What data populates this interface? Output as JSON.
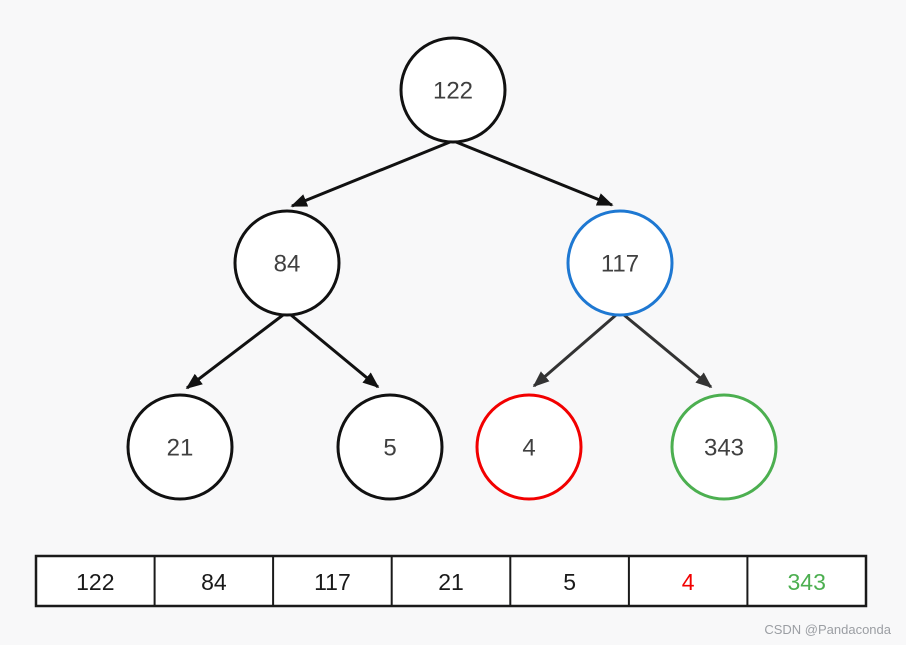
{
  "background_color": "#f8f8f9",
  "tree": {
    "node_text_color": "#404040",
    "default_stroke_color": "#111111",
    "highlight_colors": {
      "blue": "#1e78d2",
      "red": "#f20000",
      "green": "#4caf50"
    },
    "nodes": [
      {
        "value": "122",
        "color": "#111111"
      },
      {
        "value": "84",
        "color": "#111111"
      },
      {
        "value": "117",
        "color": "#1e78d2"
      },
      {
        "value": "21",
        "color": "#111111"
      },
      {
        "value": "5",
        "color": "#111111"
      },
      {
        "value": "4",
        "color": "#f20000"
      },
      {
        "value": "343",
        "color": "#4caf50"
      }
    ],
    "edges": [
      {
        "from": "122",
        "to": "84",
        "color": "#111111"
      },
      {
        "from": "122",
        "to": "117",
        "color": "#111111"
      },
      {
        "from": "84",
        "to": "21",
        "color": "#111111"
      },
      {
        "from": "84",
        "to": "5",
        "color": "#111111"
      },
      {
        "from": "117",
        "to": "4",
        "color": "#333333"
      },
      {
        "from": "117",
        "to": "343",
        "color": "#333333"
      }
    ]
  },
  "array": {
    "border_color": "#1a1a1a",
    "cells": [
      {
        "value": "122",
        "color": "#1a1a1a"
      },
      {
        "value": "84",
        "color": "#1a1a1a"
      },
      {
        "value": "117",
        "color": "#1a1a1a"
      },
      {
        "value": "21",
        "color": "#1a1a1a"
      },
      {
        "value": "5",
        "color": "#1a1a1a"
      },
      {
        "value": "4",
        "color": "#f20000"
      },
      {
        "value": "343",
        "color": "#4caf50"
      }
    ]
  },
  "watermark": {
    "text": "CSDN @Pandaconda",
    "color": "#9b9ea3"
  }
}
